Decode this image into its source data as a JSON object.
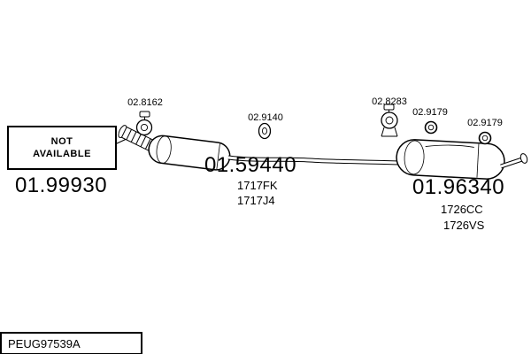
{
  "diagram": {
    "not_available": {
      "line1": "NOT",
      "line2": "AVAILABLE"
    },
    "parts": {
      "front": {
        "number": "01.99930"
      },
      "middle": {
        "number": "01.59440",
        "codes": [
          "1717FK",
          "1717J4"
        ]
      },
      "rear": {
        "number": "01.96340",
        "codes": [
          "1726CC",
          "1726VS"
        ]
      }
    },
    "fittings": [
      {
        "number": "02.8162",
        "icon": "clamp-icon"
      },
      {
        "number": "02.9140",
        "icon": "rubber-hanger-icon"
      },
      {
        "number": "02.8283",
        "icon": "clamp-bracket-icon"
      },
      {
        "number": "02.9179",
        "icon": "mounting-ring-icon"
      },
      {
        "number": "02.9179",
        "icon": "mounting-ring-icon"
      }
    ],
    "footer_code": "PEUG97539A",
    "colors": {
      "line": "#000000",
      "background": "#ffffff"
    }
  }
}
